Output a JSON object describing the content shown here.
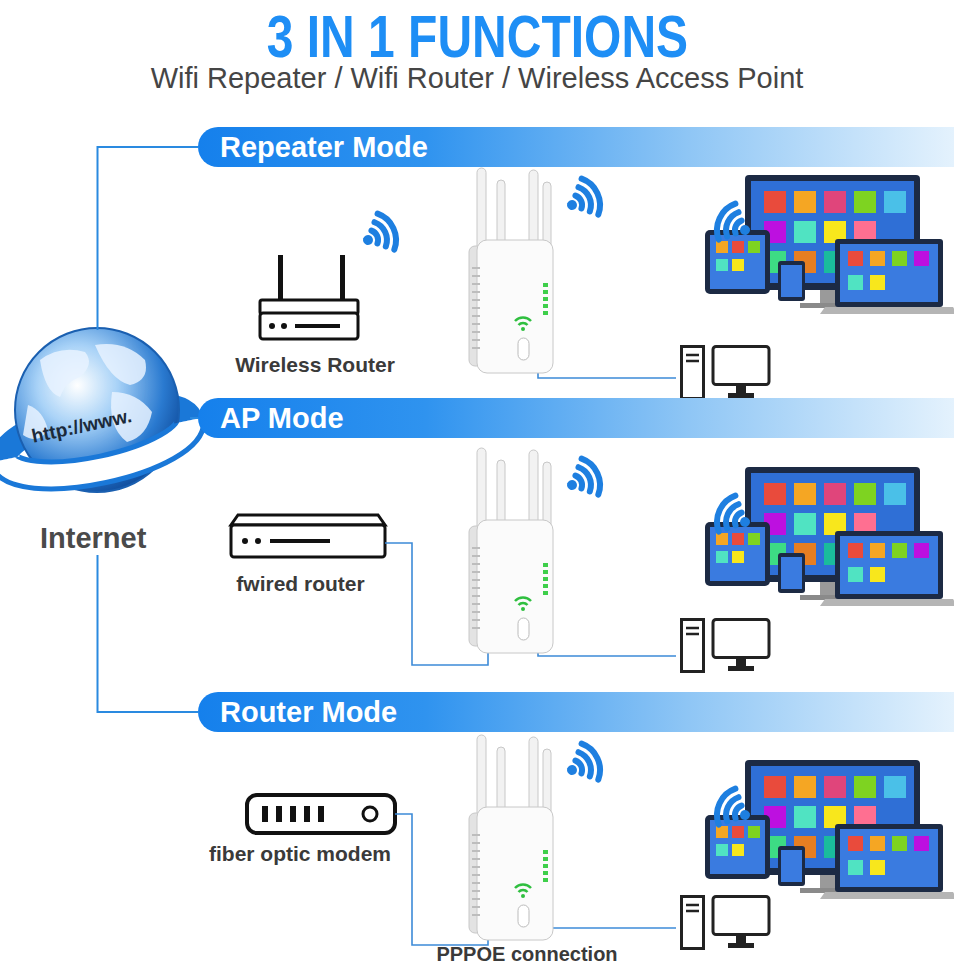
{
  "diagram": {
    "title": "3 IN 1 FUNCTIONS",
    "nodes": [
      {
        "text": [
          "http://www.",
          "Internet"
        ]
      },
      {
        "text": [
          "Repeater Mode"
        ]
      },
      {
        "text": [
          "Wireless Router"
        ]
      },
      {
        "text": [
          "AP Mode"
        ]
      },
      {
        "text": [
          "fwired router"
        ]
      },
      {
        "text": [
          "Router Mode"
        ]
      },
      {
        "text": [
          "fiber optic modem"
        ]
      }
    ],
    "edges": [
      {
        "from": 0,
        "to": 1,
        "arrow": "none"
      },
      {
        "from": 0,
        "to": 3,
        "arrow": "none"
      },
      {
        "from": 0,
        "to": 5,
        "arrow": "none"
      }
    ],
    "labels": [
      "Wifi Repeater / Wifi Router / Wireless Access Point",
      "PPPOE connection"
    ]
  }
}
